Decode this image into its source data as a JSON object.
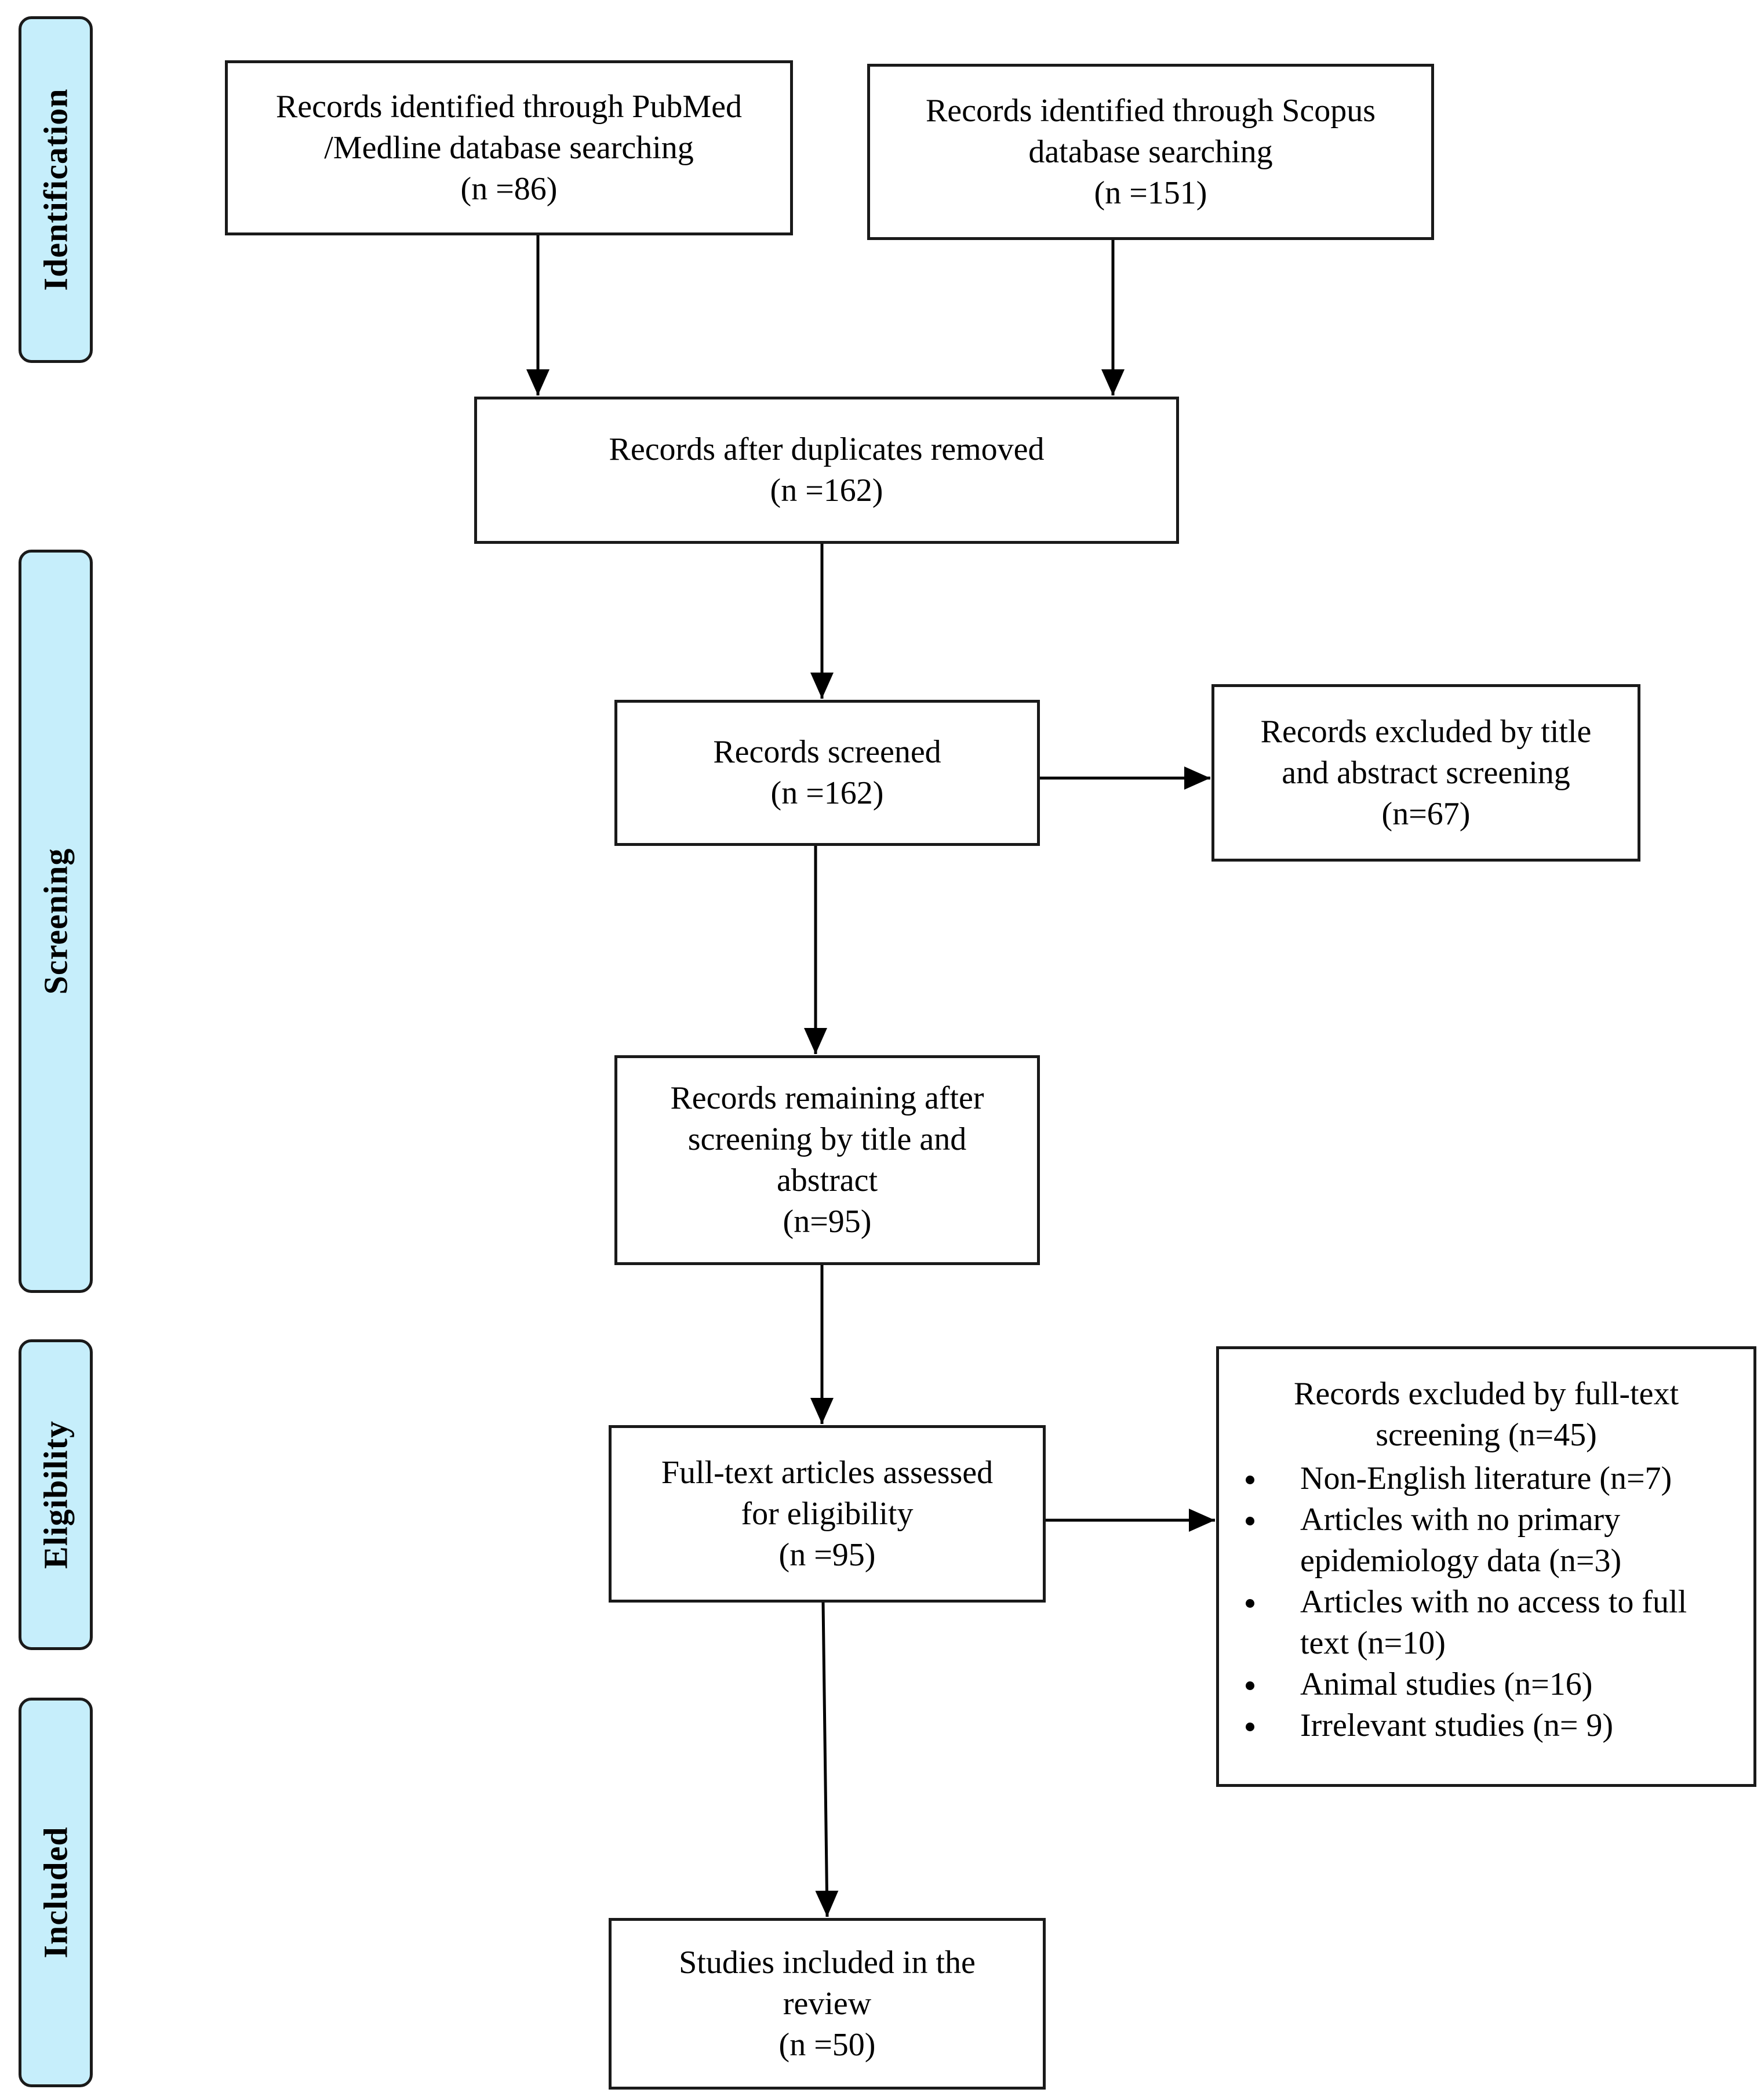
{
  "phases": {
    "identification": "Identification",
    "screening": "Screening",
    "eligibility": "Eligibility",
    "included": "Included"
  },
  "boxes": {
    "pubmed": {
      "line1": "Records identified through PubMed",
      "line2": "/Medline database searching",
      "count": "(n =86)"
    },
    "scopus": {
      "line1": "Records identified through Scopus",
      "line2": "database searching",
      "count": "(n =151)"
    },
    "duplicates_removed": {
      "line1": "Records after duplicates removed",
      "count": "(n =162)"
    },
    "screened": {
      "line1": "Records screened",
      "count": "(n =162)"
    },
    "excluded_title_abstract": {
      "line1": "Records excluded by title",
      "line2": "and abstract screening",
      "count": "(n=67)"
    },
    "remaining": {
      "line1": "Records remaining after",
      "line2": "screening by title and",
      "line3": "abstract",
      "count": "(n=95)"
    },
    "fulltext_assessed": {
      "line1": "Full-text articles assessed",
      "line2": "for eligibility",
      "count": "(n =95)"
    },
    "excluded_fulltext": {
      "line1": "Records excluded by full-text",
      "line2": "screening (n=45)",
      "reasons": [
        "Non-English literature (n=7)",
        "Articles with no primary epidemiology data (n=3)",
        "Articles with no access to full text (n=10)",
        "Animal studies (n=16)",
        "Irrelevant studies (n= 9)"
      ]
    },
    "included": {
      "line1": "Studies included in the",
      "line2": "review",
      "count": "(n =50)"
    }
  }
}
